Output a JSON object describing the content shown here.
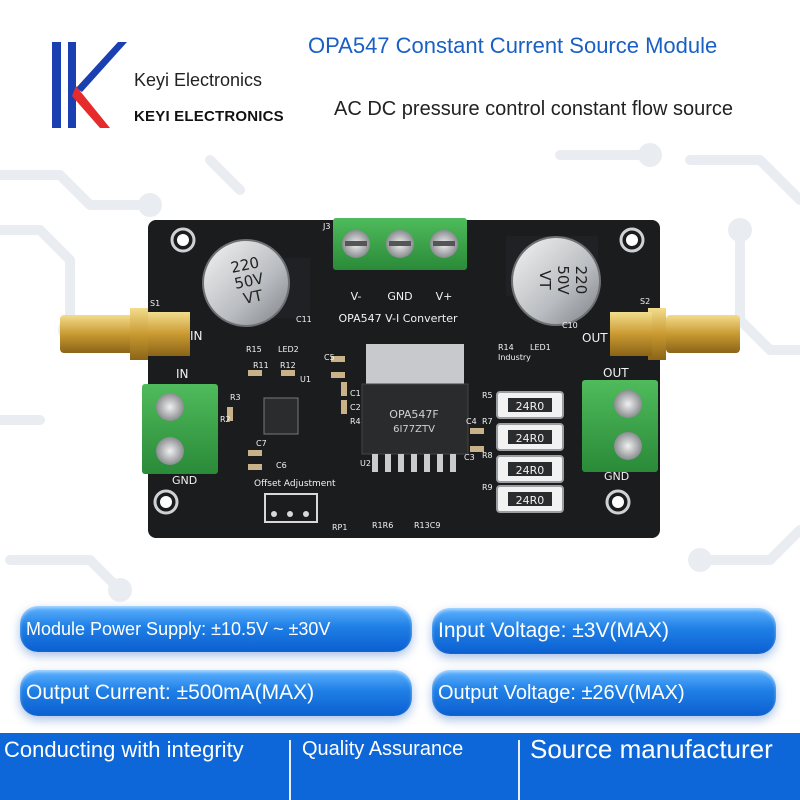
{
  "brand": {
    "name": "Keyi Electronics",
    "name_caps": "KEYI ELECTRONICS",
    "logo_icon": "k-logo-icon",
    "logo_colors": [
      "#1a3fb0",
      "#e52b2b"
    ]
  },
  "product": {
    "title": "OPA547 Constant Current Source Module",
    "subtitle": "AC DC pressure control constant flow source"
  },
  "board": {
    "silkscreen_name": "OPA547 V-I Converter",
    "chip_marking_1": "OPA547F",
    "chip_marking_2": "6I77ZTV",
    "cap_left": [
      "220",
      "50V",
      "VT"
    ],
    "cap_right": [
      "220",
      "50V",
      "VT"
    ],
    "resistor_value": "24R0",
    "label_in": "IN",
    "label_out": "OUT",
    "label_gnd": "GND",
    "terminal_labels": [
      "V-",
      "GND",
      "V+"
    ],
    "offset_label": "Offset Adjustment",
    "industry_label": "Industry",
    "refs": {
      "j3": "J3",
      "s1": "S1",
      "s2": "S2",
      "c11": "C11",
      "c10": "C10",
      "r15": "R15",
      "led2": "LED2",
      "r11": "R11",
      "r12": "R12",
      "u1": "U1",
      "r3": "R3",
      "r2": "R2",
      "c7": "C7",
      "c6": "C6",
      "c5": "C5",
      "c1": "C1",
      "c2": "C2",
      "c3": "C3",
      "c4": "C4",
      "r4": "R4",
      "r14": "R14",
      "led1": "LED1",
      "r5": "R5",
      "r7": "R7",
      "r8": "R8",
      "r9": "R9",
      "u2": "U2",
      "rp1": "RP1",
      "r1r6": "R1R6",
      "r13c9": "R13C9"
    }
  },
  "specs": {
    "power_supply": "Module Power Supply: ±10.5V ~ ±30V",
    "input_voltage": "Input Voltage: ±3V(MAX)",
    "output_current": "Output Current: ±500mA(MAX)",
    "output_voltage": "Output Voltage: ±26V(MAX)"
  },
  "footer": {
    "item1": "Conducting with integrity",
    "item2": "Quality Assurance",
    "item3": "Source manufacturer"
  },
  "colors": {
    "accent_blue": "#1a5fc4",
    "pill_blue": "#1f7fe6",
    "footer_blue": "#0d67d8",
    "pcb_black": "#1b1c1e",
    "terminal_green": "#3aa04a"
  }
}
